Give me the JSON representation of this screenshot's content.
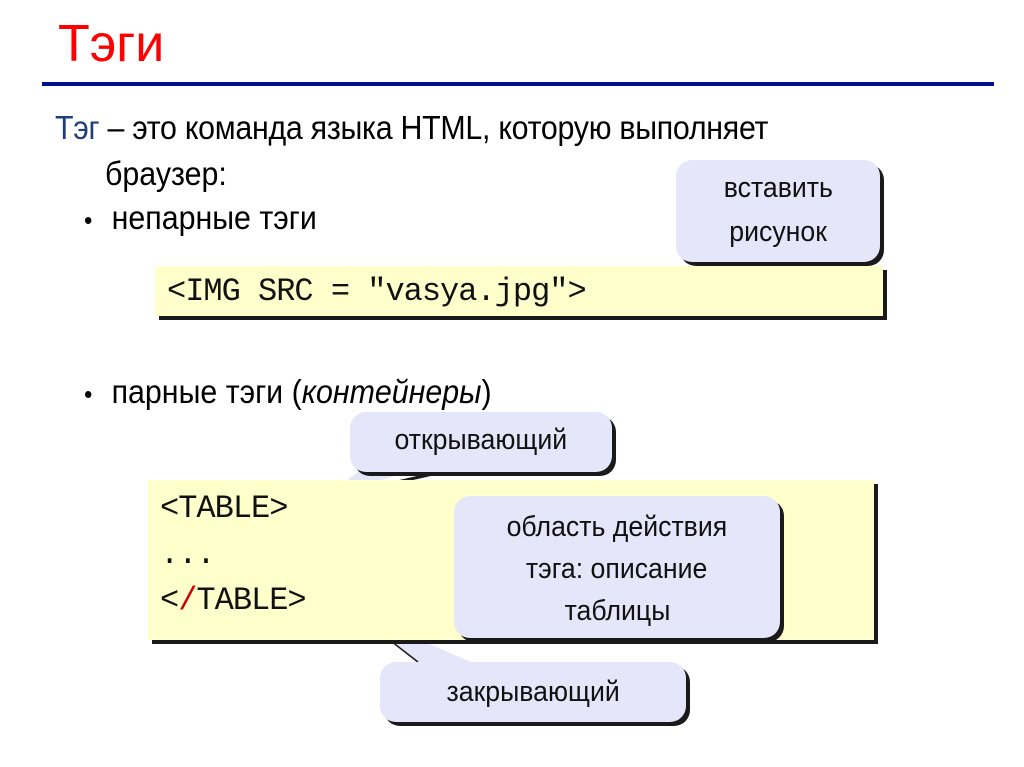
{
  "slide": {
    "title": "Тэги",
    "definition": {
      "term": "Тэг",
      "rest_line1": " – это команда языка HTML, которую выполняет",
      "line2": "браузер:"
    },
    "bullets": [
      {
        "text": "непарные тэги"
      },
      {
        "text": "парные тэги (",
        "italic": "контейнеры",
        "after": ")"
      }
    ],
    "bullet_char": "•",
    "code_unpaired": {
      "line": "<IMG SRC = \"vasya.jpg\">"
    },
    "code_paired": {
      "open": "<TABLE>",
      "dots": "...",
      "close_lt": "<",
      "close_slash": "/",
      "close_rest": "TABLE>"
    },
    "callouts": {
      "insert_line1": "вставить",
      "insert_line2": "рисунок",
      "opening": "открывающий",
      "scope_line1": "область действия",
      "scope_line2": "тэга: описание",
      "scope_line3": "таблицы",
      "closing": "закрывающий"
    },
    "colors": {
      "title": "#ff0000",
      "rule": "#000f8c",
      "term": "#1f3f7a",
      "code_bg": "#ffffcc",
      "callout_bg": "#e6e6fa",
      "slash": "#d00000"
    }
  }
}
